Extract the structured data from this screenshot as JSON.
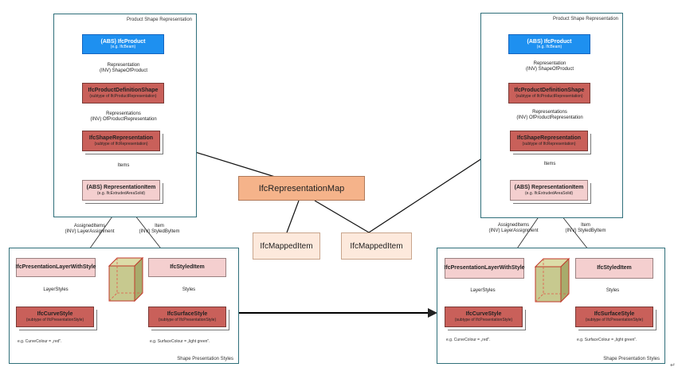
{
  "left": {
    "top_panel_title": "Product Shape Representation",
    "product": {
      "title": "(ABS) IfcProduct",
      "sub": "(e.g. IfcBeam)"
    },
    "rel1": {
      "line1": "Representation",
      "line2": "(INV) ShapeOfProduct"
    },
    "prod_def_shape": {
      "title": "IfcProductDefinitionShape",
      "sub": "(subtype of IfcProductRepresentation)"
    },
    "rel2": {
      "line1": "Representations",
      "line2": "(INV) OfProductRepresentation"
    },
    "shape_rep": {
      "title": "IfcShapeRepresentation",
      "sub": "(subtype of IfcRepresentation)"
    },
    "items_label": "Items",
    "rep_item": {
      "title": "(ABS) RepresentationItem",
      "sub": "(e.g. IfcExtrudedAreaSolid)"
    },
    "assigned": {
      "line1": "AssignedItems",
      "line2": "(INV) LayerAssignment"
    },
    "item": {
      "line1": "Item",
      "line2": "(INV) StyledByItem"
    },
    "bottom_panel_title": "Shape Presentation Styles",
    "layer": {
      "title": "IfcPresentationLayerWithStyle"
    },
    "layer_styles": "LayerStyles",
    "curve_style": {
      "title": "IfcCurveStyle",
      "sub": "(subtype of IfcPresentationStyle)"
    },
    "styled_item": {
      "title": "IfcStyledItem"
    },
    "styles": "Styles",
    "surface_style": {
      "title": "IfcSurfaceStyle",
      "sub": "(subtype of IfcPresentationStyle)"
    },
    "curve_example": "e.g. CurveColour = „red\".",
    "surface_example": "e.g. SurfaceColour = „light green\"."
  },
  "right": {
    "top_panel_title": "Product Shape Representation",
    "product": {
      "title": "(ABS) IfcProduct",
      "sub": "(e.g. IfcBeam)"
    },
    "rel1": {
      "line1": "Representation",
      "line2": "(INV) ShapeOfProduct"
    },
    "prod_def_shape": {
      "title": "IfcProductDefinitionShape",
      "sub": "(subtype of IfcProductRepresentation)"
    },
    "rel2": {
      "line1": "Representations",
      "line2": "(INV) OfProductRepresentation"
    },
    "shape_rep": {
      "title": "IfcShapeRepresentation",
      "sub": "(subtype of IfcRepresentation)"
    },
    "items_label": "Items",
    "rep_item": {
      "title": "(ABS) RepresentationItem",
      "sub": "(e.g. IfcExtrudedAreaSolid)"
    },
    "assigned": {
      "line1": "AssignedItems",
      "line2": "(INV) LayerAssignment"
    },
    "item": {
      "line1": "Item",
      "line2": "(INV) StyledByItem"
    },
    "bottom_panel_title": "Shape Presentation Styles",
    "layer": {
      "title": "IfcPresentationLayerWithStyle"
    },
    "layer_styles": "LayerStyles",
    "curve_style": {
      "title": "IfcCurveStyle",
      "sub": "(subtype of IfcPresentationStyle)"
    },
    "styled_item": {
      "title": "IfcStyledItem"
    },
    "styles": "Styles",
    "surface_style": {
      "title": "IfcSurfaceStyle",
      "sub": "(subtype of IfcPresentationStyle)"
    },
    "curve_example": "e.g. CurveColour = „red\".",
    "surface_example": "e.g. SurfaceColour = „light green\"."
  },
  "center": {
    "rep_map": "IfcRepresentationMap",
    "mapped1": "IfcMappedItem",
    "mapped2": "IfcMappedItem"
  },
  "return_mark": "↵",
  "colors": {
    "abstract_blue": "#1e90f0",
    "entity_red": "#c9605a",
    "entity_pink": "#f4cfcf",
    "map_orange": "#f5b38a",
    "mapped_peach": "#fde9dc",
    "panel_border": "#2f6f7a"
  }
}
